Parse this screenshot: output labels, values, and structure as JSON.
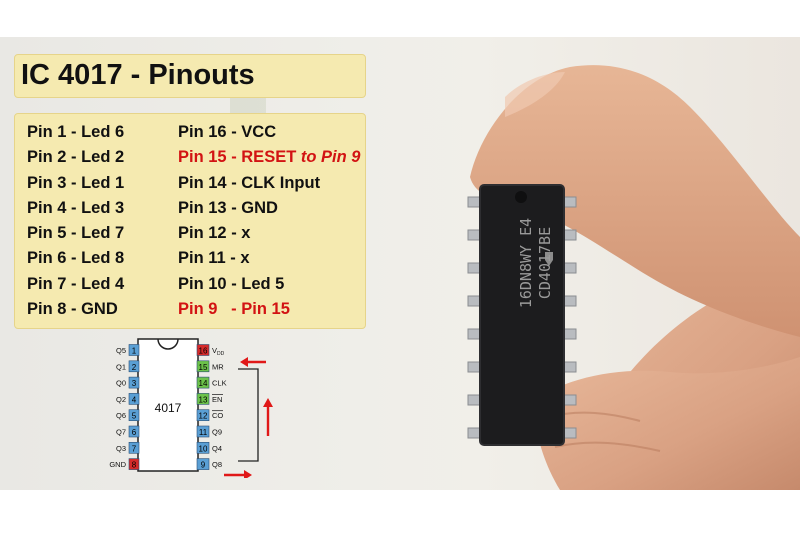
{
  "title": "IC 4017 - Pinouts",
  "pins_left": [
    "Pin 1 - Led 6",
    "Pin 2 - Led 2",
    "Pin 3 - Led 1",
    "Pin 4 - Led 3",
    "Pin 5 - Led 7",
    "Pin 6 - Led 8",
    "Pin 7 - Led 4",
    "Pin 8 - GND"
  ],
  "pins_right": {
    "r1": "Pin 16 - VCC",
    "r2_main": "Pin 15 - RESET ",
    "r2_italic": "to Pin 9",
    "r3": "Pin 14 - CLK Input",
    "r4": "Pin 13 - GND",
    "r5": "Pin 12 - x",
    "r6": "Pin 11 - x",
    "r7": "Pin 10 - Led 5",
    "r8": "Pin 9   - Pin 15"
  },
  "schematic": {
    "chip_label": "4017",
    "left_labels": [
      "Q5",
      "Q1",
      "Q0",
      "Q2",
      "Q6",
      "Q7",
      "Q3",
      "GND"
    ],
    "left_numbers": [
      "1",
      "2",
      "3",
      "4",
      "5",
      "6",
      "7",
      "8"
    ],
    "right_numbers": [
      "16",
      "15",
      "14",
      "13",
      "12",
      "11",
      "10",
      "9"
    ],
    "right_labels": [
      "VDD",
      "MR",
      "CLK",
      "EN",
      "CO",
      "Q9",
      "Q4",
      "Q8"
    ]
  },
  "chip_markings": {
    "line1": "16DN8WY E4",
    "line2": "CD4017BE"
  },
  "colors": {
    "box_fill": "#f5eab0",
    "highlight_red": "#d21313",
    "pin_blue": "#5a9fd4",
    "pin_green": "#6cc24a",
    "pin_red": "#d62a2a"
  }
}
